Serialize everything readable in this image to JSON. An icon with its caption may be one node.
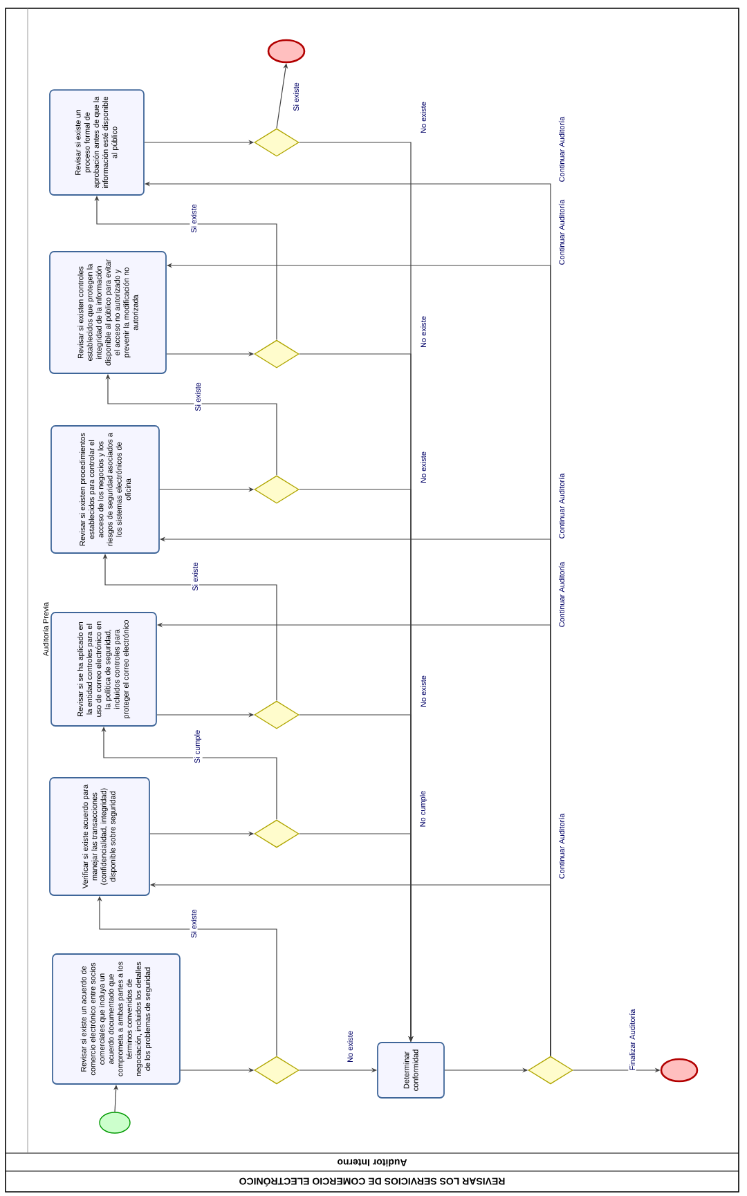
{
  "diagram": {
    "title": "REVISAR LOS SERVICIOS DE COMERCIO ELECTRÓNICO",
    "nodes": [
      {
        "text": [],
        "shape": "circle"
      },
      {
        "text": [
          "Revisar si existe un acuerdo de comercio electrónico entre socios comerciales que incluya un acuerdo documentado que comprometa a ambas partes a los términos convenidos de negociación, incluidos los detalles de los problemas de seguridad"
        ]
      },
      {
        "text": [],
        "shape": "diamond"
      },
      {
        "text": [
          "Verificar si existe acuerdo para manejar las transacciones (confidencialidad, integridad) disponible sobre seguridad"
        ]
      },
      {
        "text": [],
        "shape": "diamond"
      },
      {
        "text": [
          "Revisar si se ha aplicado en la entidad controles para el uso de correo electrónico en la política de seguridad, incluidos controles para proteger el correo electrónico"
        ]
      },
      {
        "text": [],
        "shape": "diamond"
      },
      {
        "text": [
          "Revisar si existen procedimientos establecidos para controlar el acceso de los negocios y los riesgos de seguridad asociados a los sistemas electrónicos de oficina"
        ]
      },
      {
        "text": [],
        "shape": "diamond"
      },
      {
        "text": [
          "Revisar si existen controles establecidos que protegen la integridad de la información disponible al público para evitar el acceso no autorizado y prevenir la modificación no autorizada"
        ]
      },
      {
        "text": [],
        "shape": "diamond"
      },
      {
        "text": [
          "Revisar si existe un proceso formal de aprobación antes de que la información esté disponible al público"
        ]
      },
      {
        "text": [],
        "shape": "diamond"
      },
      {
        "text": [],
        "shape": "circle"
      },
      {
        "text": [
          "Determinar conformidad"
        ]
      },
      {
        "text": [],
        "shape": "diamond"
      },
      {
        "text": [],
        "shape": "circle"
      }
    ],
    "edges": [
      {
        "from": 0,
        "to": 1,
        "arrow": "to"
      },
      {
        "from": 1,
        "to": 2,
        "arrow": "to"
      },
      {
        "from": 2,
        "to": 3,
        "arrow": "to",
        "label": "Si existe"
      },
      {
        "from": 3,
        "to": 4,
        "arrow": "to"
      },
      {
        "from": 4,
        "to": 5,
        "arrow": "to",
        "label": "Si cumple"
      },
      {
        "from": 5,
        "to": 6,
        "arrow": "to"
      },
      {
        "from": 6,
        "to": 7,
        "arrow": "to",
        "label": "Si existe"
      },
      {
        "from": 7,
        "to": 8,
        "arrow": "to"
      },
      {
        "from": 8,
        "to": 9,
        "arrow": "to",
        "label": "Si existe"
      },
      {
        "from": 9,
        "to": 10,
        "arrow": "to"
      },
      {
        "from": 10,
        "to": 11,
        "arrow": "to",
        "label": "Si existe"
      },
      {
        "from": 11,
        "to": 12,
        "arrow": "to"
      },
      {
        "from": 12,
        "to": 13,
        "arrow": "to",
        "label": "Si existe"
      },
      {
        "from": 2,
        "to": 14,
        "arrow": "to",
        "label": "No existe"
      },
      {
        "from": 4,
        "to": 14,
        "arrow": "to",
        "label": "No cumple"
      },
      {
        "from": 6,
        "to": 14,
        "arrow": "to",
        "label": "No existe"
      },
      {
        "from": 8,
        "to": 14,
        "arrow": "to",
        "label": "No existe"
      },
      {
        "from": 10,
        "to": 14,
        "arrow": "to",
        "label": "No existe"
      },
      {
        "from": 12,
        "to": 14,
        "arrow": "to",
        "label": "No existe"
      },
      {
        "from": 14,
        "to": 15,
        "arrow": "to"
      },
      {
        "from": 15,
        "to": 16,
        "arrow": "to",
        "label": "Finalizar Auditoría"
      },
      {
        "from": 15,
        "to": 3,
        "arrow": "to",
        "label": "Continuar Auditoría"
      },
      {
        "from": 15,
        "to": 5,
        "arrow": "to",
        "label": "Continuar Auditoría"
      },
      {
        "from": 15,
        "to": 7,
        "arrow": "to",
        "label": "Continuar Auditoría"
      },
      {
        "from": 15,
        "to": 9,
        "arrow": "to",
        "label": "Continuar Auditoría"
      },
      {
        "from": 15,
        "to": 11,
        "arrow": "to",
        "label": "Continuar Auditoría"
      }
    ],
    "labels": [
      "Auditor Interno",
      "Auditoría Previa"
    ]
  }
}
